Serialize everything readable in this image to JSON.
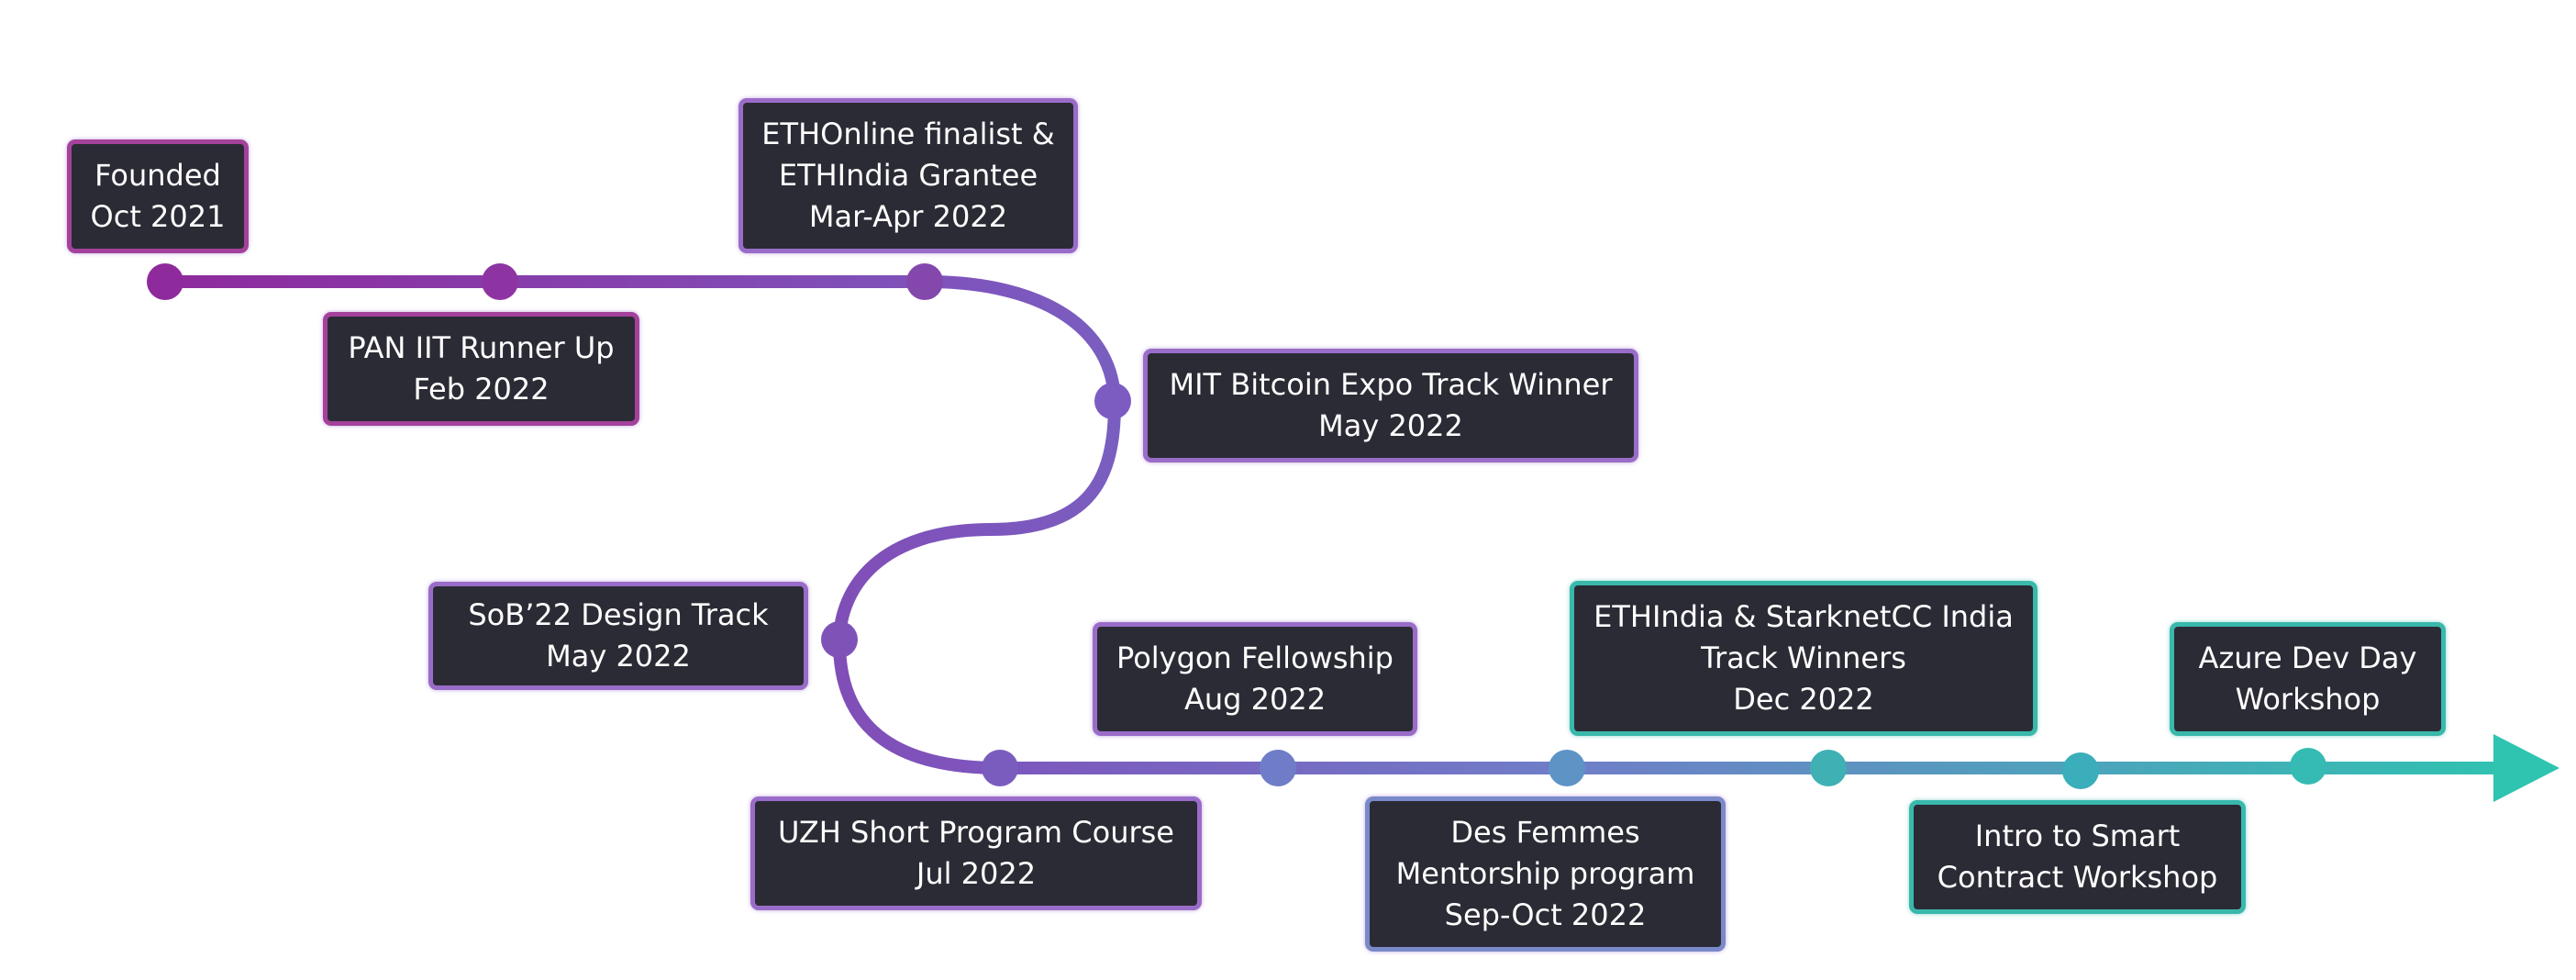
{
  "timeline": {
    "milestones": [
      {
        "id": "founded",
        "lines": [
          "Founded",
          "Oct 2021"
        ]
      },
      {
        "id": "pan-iit",
        "lines": [
          "PAN IIT Runner Up",
          "Feb 2022"
        ]
      },
      {
        "id": "ethonline",
        "lines": [
          "ETHOnline finalist &",
          "ETHIndia Grantee",
          "Mar-Apr 2022"
        ]
      },
      {
        "id": "mit-bitcoin",
        "lines": [
          "MIT Bitcoin Expo Track Winner",
          "May 2022"
        ]
      },
      {
        "id": "sob22",
        "lines": [
          "SoB’22 Design Track",
          "May 2022"
        ]
      },
      {
        "id": "uzh",
        "lines": [
          "UZH Short Program Course",
          "Jul 2022"
        ]
      },
      {
        "id": "polygon",
        "lines": [
          "Polygon Fellowship",
          "Aug 2022"
        ]
      },
      {
        "id": "des-femmes",
        "lines": [
          "Des Femmes",
          "Mentorship program",
          "Sep-Oct 2022"
        ]
      },
      {
        "id": "ethindia-starknet",
        "lines": [
          "ETHIndia & StarknetCC India",
          "Track Winners",
          "Dec 2022"
        ]
      },
      {
        "id": "intro-smart-contract",
        "lines": [
          "Intro to Smart",
          "Contract Workshop"
        ]
      },
      {
        "id": "azure",
        "lines": [
          "Azure Dev Day",
          "Workshop"
        ]
      }
    ]
  },
  "colors": {
    "card_bg": "#2b2b35",
    "card_text": "#ffffff",
    "gradient_start": "#8e2a9c",
    "gradient_mid": "#7a5cc0",
    "gradient_end": "#2ec4b0"
  }
}
